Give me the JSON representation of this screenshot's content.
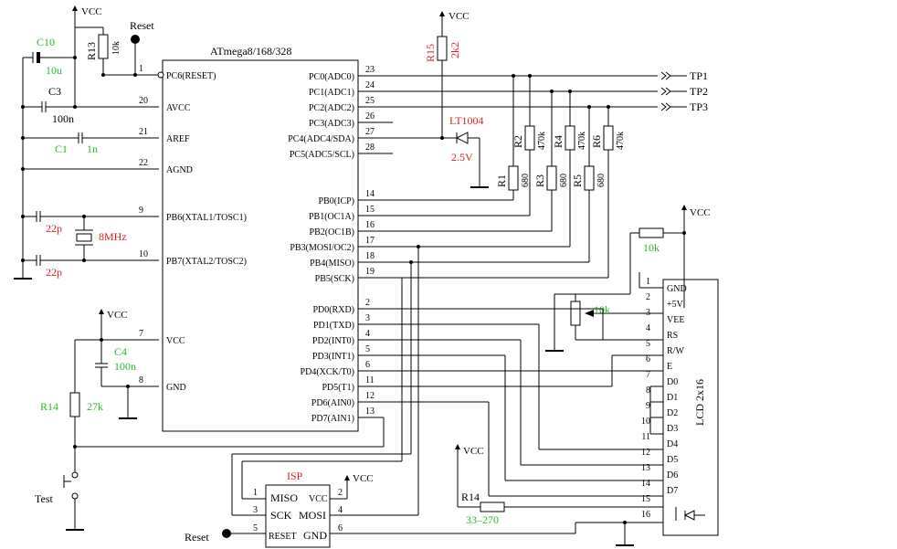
{
  "mcu": {
    "title": "ATmega8/168/328",
    "left_pins": [
      {
        "num": "1",
        "name": "PC6(RESET)"
      },
      {
        "num": "20",
        "name": "AVCC"
      },
      {
        "num": "21",
        "name": "AREF"
      },
      {
        "num": "22",
        "name": "AGND"
      },
      {
        "num": "9",
        "name": "PB6(XTAL1/TOSC1)"
      },
      {
        "num": "10",
        "name": "PB7(XTAL2/TOSC2)"
      },
      {
        "num": "7",
        "name": "VCC"
      },
      {
        "num": "8",
        "name": "GND"
      }
    ],
    "right_pins": [
      {
        "num": "23",
        "name": "PC0(ADC0)"
      },
      {
        "num": "24",
        "name": "PC1(ADC1)"
      },
      {
        "num": "25",
        "name": "PC2(ADC2)"
      },
      {
        "num": "26",
        "name": "PC3(ADC3)"
      },
      {
        "num": "27",
        "name": "PC4(ADC4/SDA)"
      },
      {
        "num": "28",
        "name": "PC5(ADC5/SCL)"
      },
      {
        "num": "14",
        "name": "PB0(ICP)"
      },
      {
        "num": "15",
        "name": "PB1(OC1A)"
      },
      {
        "num": "16",
        "name": "PB2(OC1B)"
      },
      {
        "num": "17",
        "name": "PB3(MOSI/OC2)"
      },
      {
        "num": "18",
        "name": "PB4(MISO)"
      },
      {
        "num": "19",
        "name": "PB5(SCK)"
      },
      {
        "num": "2",
        "name": "PD0(RXD)"
      },
      {
        "num": "3",
        "name": "PD1(TXD)"
      },
      {
        "num": "4",
        "name": "PD2(INT0)"
      },
      {
        "num": "5",
        "name": "PD3(INT1)"
      },
      {
        "num": "6",
        "name": "PD4(XCK/T0)"
      },
      {
        "num": "11",
        "name": "PD5(T1)"
      },
      {
        "num": "12",
        "name": "PD6(AIN0)"
      },
      {
        "num": "13",
        "name": "PD7(AIN1)"
      }
    ]
  },
  "supply": {
    "vcc": "VCC"
  },
  "labels": {
    "reset": "Reset",
    "reset_isp": "Reset",
    "test": "Test",
    "tp1": "TP1",
    "tp2": "TP2",
    "tp3": "TP3"
  },
  "components": {
    "r13_name": "R13",
    "r13_val": "10k",
    "c10_name": "C10",
    "c10_val": "10u",
    "c3_name": "C3",
    "c3_val": "100n",
    "c1_name": "C1",
    "c1_val": "1n",
    "c22a": "22p",
    "c22b": "22p",
    "xtal": "8MHz",
    "c4_name": "C4",
    "c4_val": "100n",
    "r14a_name": "R14",
    "r14a_val": "27k",
    "r15_name": "R15",
    "r15_val": "2k2",
    "lt_name": "LT1004",
    "lt_val": "2.5V",
    "r1": "R1",
    "r1v": "680",
    "r2": "R2",
    "r2v": "470k",
    "r3": "R3",
    "r3v": "680",
    "r4": "R4",
    "r4v": "470k",
    "r5": "R5",
    "r5v": "680",
    "r6": "R6",
    "r6v": "470k",
    "r10k": "10k",
    "pot10k": "10k",
    "r14b_name": "R14",
    "r14b_val": "33–270"
  },
  "isp": {
    "title": "ISP",
    "miso": "MISO",
    "vcc": "VCC",
    "sck": "SCK",
    "mosi": "MOSI",
    "reset": "RESET",
    "gnd": "GND",
    "pins": [
      "1",
      "2",
      "3",
      "4",
      "5",
      "6"
    ]
  },
  "lcd": {
    "title": "LCD 2x16",
    "pins": [
      {
        "num": "1",
        "name": "GND"
      },
      {
        "num": "2",
        "name": "+5V"
      },
      {
        "num": "3",
        "name": "VEE"
      },
      {
        "num": "4",
        "name": "RS"
      },
      {
        "num": "5",
        "name": "R/W"
      },
      {
        "num": "6",
        "name": "E"
      },
      {
        "num": "7",
        "name": "D0"
      },
      {
        "num": "8",
        "name": "D1"
      },
      {
        "num": "9",
        "name": "D2"
      },
      {
        "num": "10",
        "name": "D3"
      },
      {
        "num": "11",
        "name": "D4"
      },
      {
        "num": "12",
        "name": "D5"
      },
      {
        "num": "13",
        "name": "D6"
      },
      {
        "num": "14",
        "name": "D7"
      },
      {
        "num": "15",
        "name": ""
      },
      {
        "num": "16",
        "name": ""
      }
    ]
  }
}
